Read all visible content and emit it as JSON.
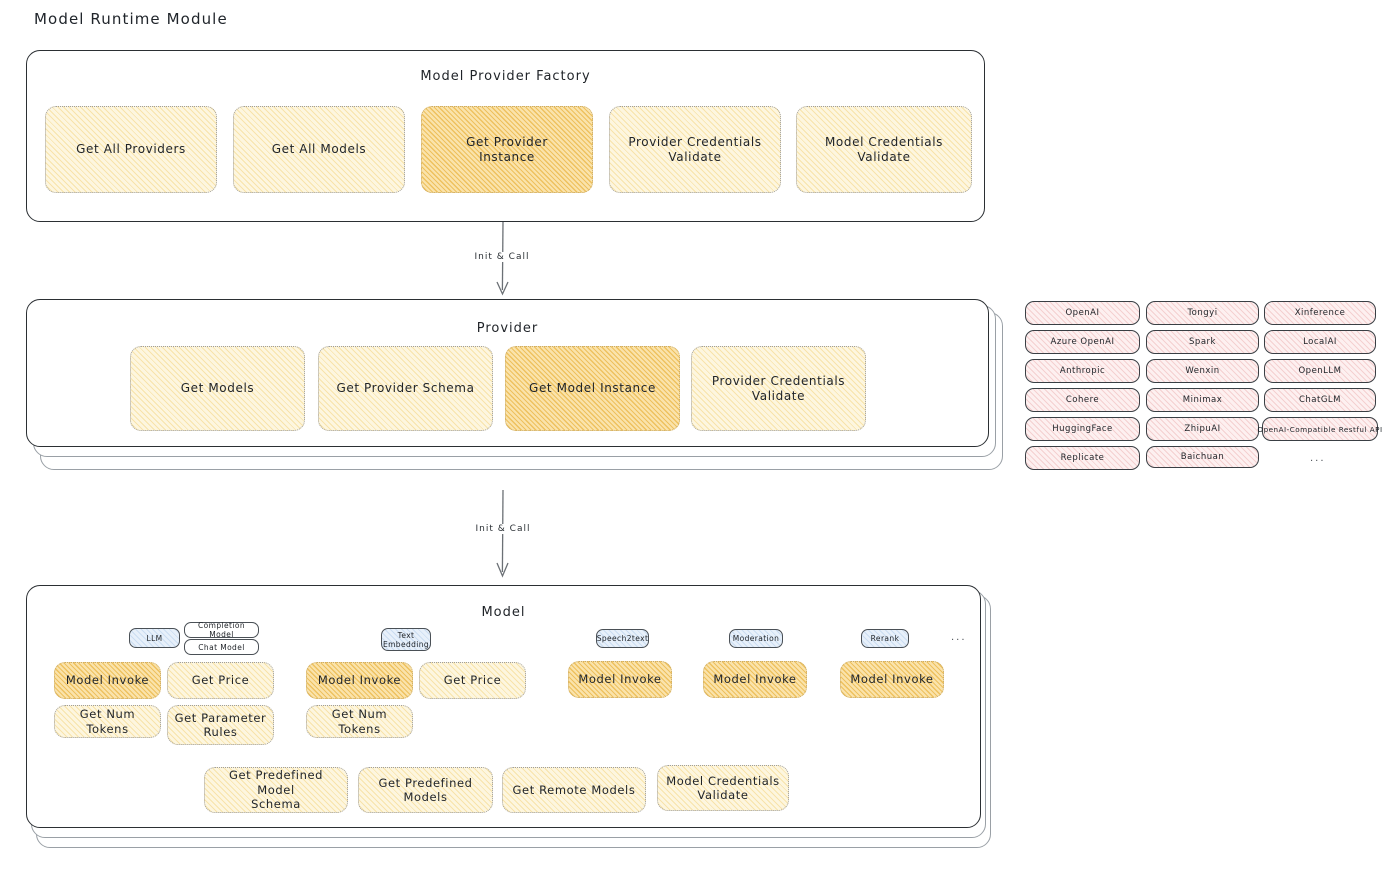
{
  "page": {
    "title": "Model Runtime Module"
  },
  "colors": {
    "accent_fill": "#fdf6df",
    "accent_hatch": "#f3d37d",
    "highlight_fill": "#fae3ab",
    "highlight_hatch": "#e8b23e",
    "provider_chip_fill": "#fdf0f0",
    "provider_chip_hatch": "#e8a0a0",
    "badge_blue_fill": "#e7f0fa",
    "stroke": "#2b2f33"
  },
  "factory_panel": {
    "title": "Model Provider Factory",
    "boxes": [
      {
        "label": "Get All Providers",
        "highlighted": false
      },
      {
        "label": "Get All Models",
        "highlighted": false
      },
      {
        "label": "Get Provider\nInstance",
        "highlighted": true
      },
      {
        "label": "Provider Credentials\nValidate",
        "highlighted": false
      },
      {
        "label": "Model Credentials\nValidate",
        "highlighted": false
      }
    ]
  },
  "connectors": [
    {
      "label": "Init & Call",
      "from": "Model Provider Factory",
      "to": "Provider"
    },
    {
      "label": "Init & Call",
      "from": "Provider",
      "to": "Model"
    }
  ],
  "provider_panel": {
    "title": "Provider",
    "stacked_layers": 2,
    "boxes": [
      {
        "label": "Get Models",
        "highlighted": false
      },
      {
        "label": "Get Provider Schema",
        "highlighted": false
      },
      {
        "label": "Get Model Instance",
        "highlighted": true
      },
      {
        "label": "Provider Credentials\nValidate",
        "highlighted": false
      }
    ]
  },
  "provider_list": {
    "columns": [
      {
        "items": [
          "OpenAI",
          "Azure OpenAI",
          "Anthropic",
          "Cohere",
          "HuggingFace",
          "Replicate"
        ]
      },
      {
        "items": [
          "Tongyi",
          "Spark",
          "Wenxin",
          "Minimax",
          "ZhipuAI",
          "Baichuan"
        ]
      },
      {
        "items": [
          "Xinference",
          "LocalAI",
          "OpenLLM",
          "ChatGLM",
          "OpenAI-Compatible Restful API"
        ],
        "ellipsis": "..."
      }
    ]
  },
  "model_panel": {
    "title": "Model",
    "stacked_layers": 2,
    "ellipsis": "...",
    "groups": [
      {
        "badges": [
          {
            "label": "LLM",
            "style": "blue"
          },
          {
            "label": "Completion Model",
            "style": "plain"
          },
          {
            "label": "Chat Model",
            "style": "plain"
          }
        ],
        "boxes": [
          {
            "label": "Model Invoke",
            "highlighted": true
          },
          {
            "label": "Get Price",
            "highlighted": false
          },
          {
            "label": "Get Num Tokens",
            "highlighted": false
          },
          {
            "label": "Get Parameter\nRules",
            "highlighted": false
          }
        ]
      },
      {
        "badges": [
          {
            "label": "Text\nEmbedding",
            "style": "blue"
          }
        ],
        "boxes": [
          {
            "label": "Model Invoke",
            "highlighted": true
          },
          {
            "label": "Get Price",
            "highlighted": false
          },
          {
            "label": "Get Num Tokens",
            "highlighted": false
          }
        ]
      },
      {
        "badges": [
          {
            "label": "Speech2text",
            "style": "blue"
          }
        ],
        "boxes": [
          {
            "label": "Model Invoke",
            "highlighted": true
          }
        ]
      },
      {
        "badges": [
          {
            "label": "Moderation",
            "style": "blue"
          }
        ],
        "boxes": [
          {
            "label": "Model Invoke",
            "highlighted": true
          }
        ]
      },
      {
        "badges": [
          {
            "label": "Rerank",
            "style": "blue"
          }
        ],
        "boxes": [
          {
            "label": "Model Invoke",
            "highlighted": true
          }
        ]
      }
    ],
    "common_boxes": [
      {
        "label": "Get Predefined Model\nSchema"
      },
      {
        "label": "Get Predefined\nModels"
      },
      {
        "label": "Get Remote Models"
      },
      {
        "label": "Model Credentials\nValidate"
      }
    ]
  }
}
